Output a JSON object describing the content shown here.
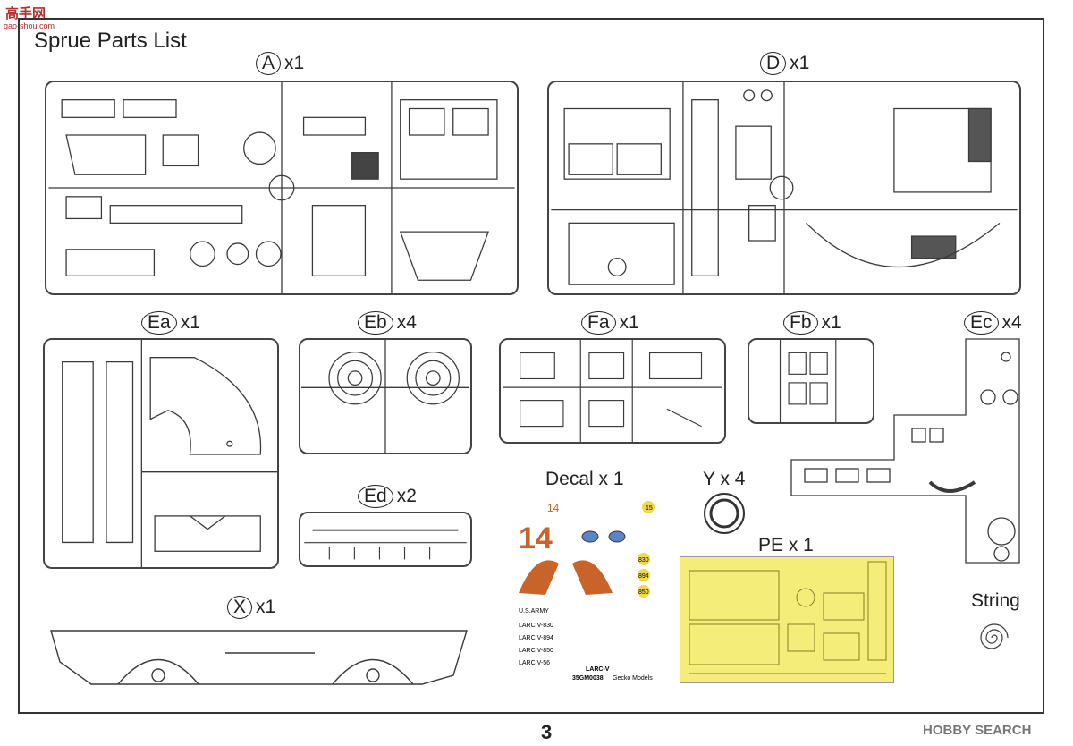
{
  "header": {
    "title": "Sprue Parts List"
  },
  "sprues": [
    {
      "letter": "A",
      "count": "x1"
    },
    {
      "letter": "D",
      "count": "x1"
    },
    {
      "letter": "Ea",
      "count": "x1"
    },
    {
      "letter": "Eb",
      "count": "x4"
    },
    {
      "letter": "Fa",
      "count": "x1"
    },
    {
      "letter": "Fb",
      "count": "x1"
    },
    {
      "letter": "Ec",
      "count": "x4"
    },
    {
      "letter": "Ed",
      "count": "x2"
    },
    {
      "letter": "X",
      "count": "x1"
    }
  ],
  "decal": {
    "label": "Decal x 1",
    "big_number": "14",
    "small_number": "14",
    "texts": [
      "U.S.ARMY",
      "LARC V-830",
      "LARC V-894",
      "LARC V-850",
      "LARC V-56",
      "LARC-V",
      "35GM0038",
      "Gecko Models"
    ],
    "codes": [
      "15",
      "830",
      "894",
      "850"
    ]
  },
  "y_part": {
    "label": "Y x 4"
  },
  "pe": {
    "label": "PE x 1"
  },
  "string": {
    "label": "String"
  },
  "footer": {
    "page_number": "3",
    "watermark": "HOBBY SEARCH",
    "watermark_top": "高手网",
    "watermark_top_sub": "gao-shou.com"
  },
  "colors": {
    "line": "#3a3a3a",
    "pe_gold": "#f5ed79",
    "decal_orange": "#c8642a",
    "decal_yellow": "#f2d94a"
  }
}
